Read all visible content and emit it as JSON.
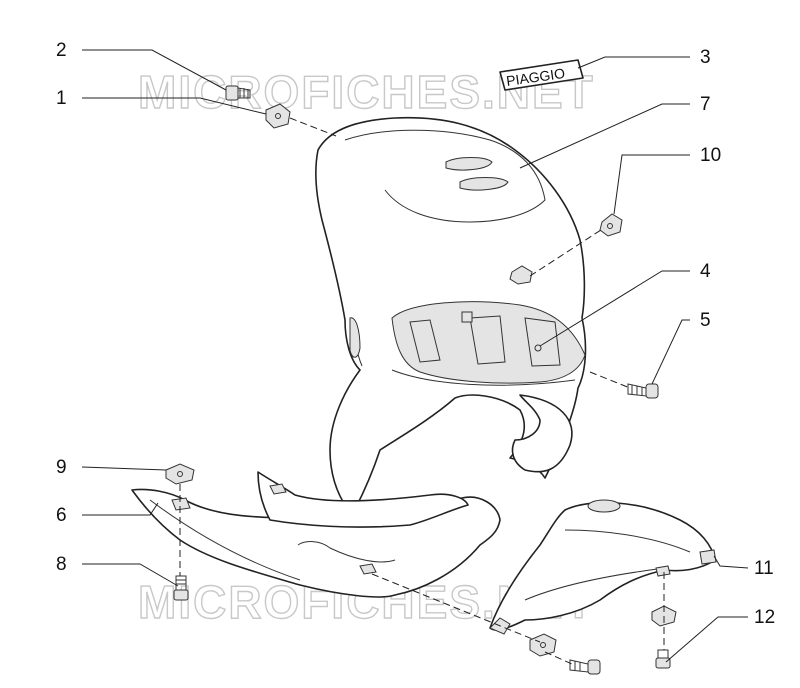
{
  "watermark": "MICROFICHES.NET",
  "brand_badge": "PIAGGIO",
  "callouts": [
    "1",
    "2",
    "3",
    "4",
    "5",
    "6",
    "7",
    "8",
    "9",
    "10",
    "11",
    "12"
  ]
}
